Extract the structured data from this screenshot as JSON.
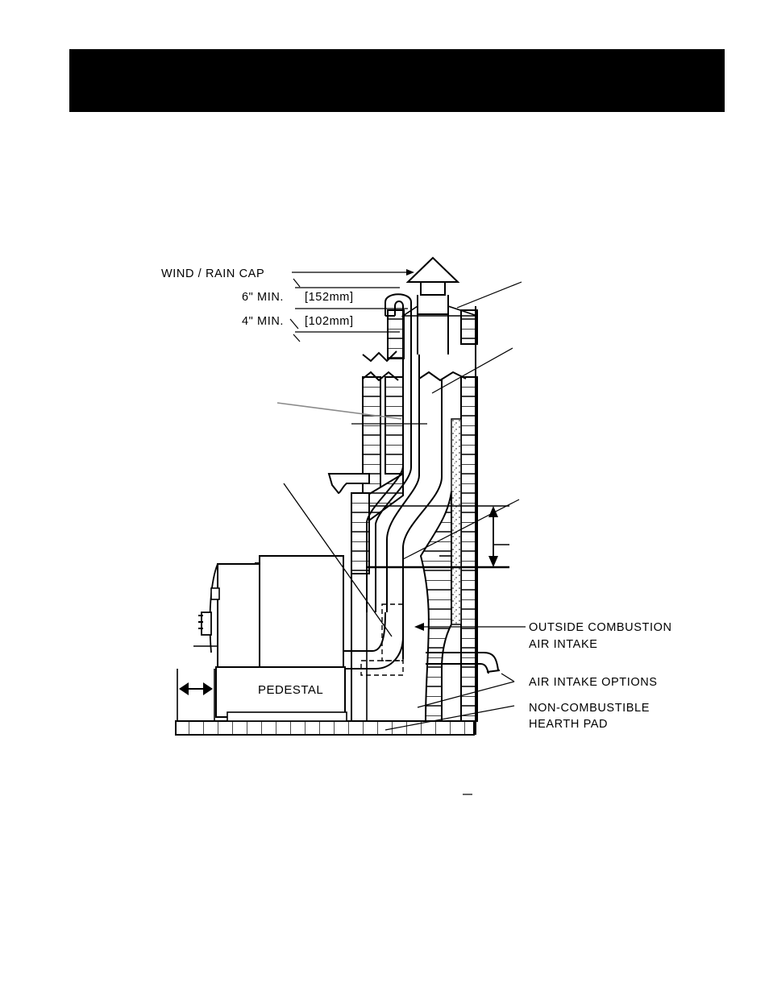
{
  "header": {
    "title": ""
  },
  "diagram": {
    "labels": {
      "wind_rain_cap": "WIND / RAIN CAP",
      "six_min_prefix": "6\" MIN.",
      "six_min_metric": "[152mm]",
      "four_min_prefix": "4\" MIN.",
      "four_min_metric": "[102mm]",
      "outside_air_1": "OUTSIDE COMBUSTION",
      "outside_air_2": "AIR INTAKE",
      "air_intake_options": "AIR INTAKE OPTIONS",
      "hearth_pad_1": "NON-COMBUSTIBLE",
      "hearth_pad_2": "HEARTH PAD",
      "pedestal": "PEDESTAL"
    }
  },
  "footer": {
    "mark": ""
  }
}
